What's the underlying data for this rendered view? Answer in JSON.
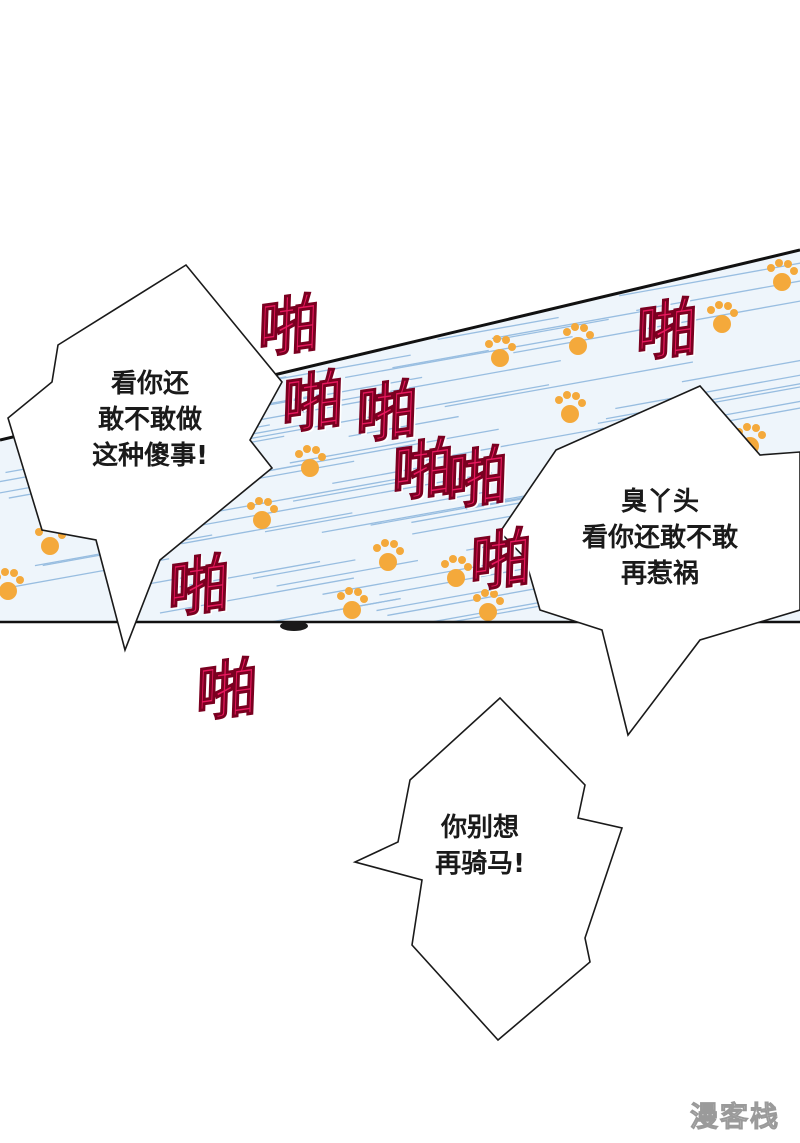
{
  "bubbles": {
    "first": {
      "lines": [
        "看你还",
        "敢不敢做",
        "这种傻事!"
      ]
    },
    "second": {
      "lines": [
        "臭丫头",
        "看你还敢不敢",
        "再惹祸"
      ]
    },
    "third": {
      "lines": [
        "你别想",
        "再骑马!"
      ]
    }
  },
  "sound_effects": {
    "text": "啪",
    "color": "#e8185e"
  },
  "panel": {
    "speed_line_color": "#8fb8de",
    "paw_color": "#f4a93b"
  },
  "watermark": {
    "text": "漫客栈"
  }
}
